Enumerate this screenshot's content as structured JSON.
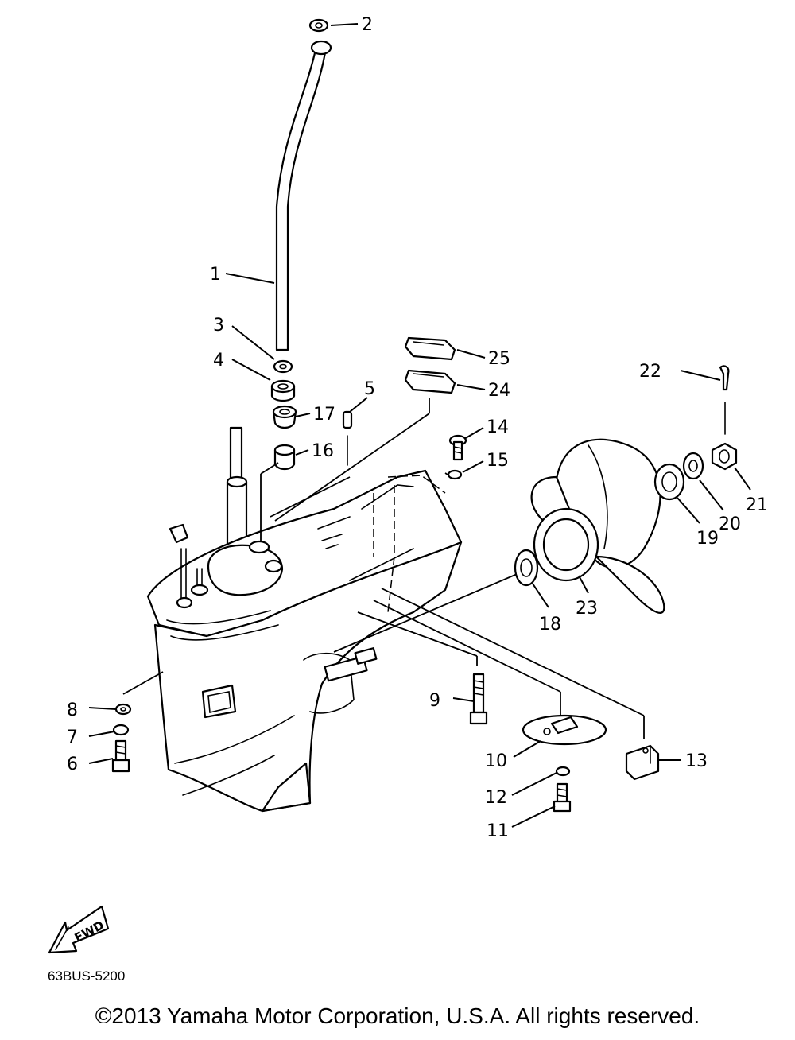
{
  "diagram": {
    "code": "63BUS-5200",
    "copyright": "©2013 Yamaha Motor Corporation, U.S.A. All rights reserved.",
    "direction_arrow": {
      "text": "FWD"
    },
    "callouts": [
      {
        "id": "1",
        "text": "1"
      },
      {
        "id": "2",
        "text": "2"
      },
      {
        "id": "3",
        "text": "3"
      },
      {
        "id": "4",
        "text": "4"
      },
      {
        "id": "5",
        "text": "5"
      },
      {
        "id": "6",
        "text": "6"
      },
      {
        "id": "7",
        "text": "7"
      },
      {
        "id": "8",
        "text": "8"
      },
      {
        "id": "9",
        "text": "9"
      },
      {
        "id": "10",
        "text": "10"
      },
      {
        "id": "11",
        "text": "11"
      },
      {
        "id": "12",
        "text": "12"
      },
      {
        "id": "13",
        "text": "13"
      },
      {
        "id": "14",
        "text": "14"
      },
      {
        "id": "15",
        "text": "15"
      },
      {
        "id": "16",
        "text": "16"
      },
      {
        "id": "17",
        "text": "17"
      },
      {
        "id": "18",
        "text": "18"
      },
      {
        "id": "19",
        "text": "19"
      },
      {
        "id": "20",
        "text": "20"
      },
      {
        "id": "21",
        "text": "21"
      },
      {
        "id": "22",
        "text": "22"
      },
      {
        "id": "23",
        "text": "23"
      },
      {
        "id": "24",
        "text": "24"
      },
      {
        "id": "25",
        "text": "25"
      }
    ]
  }
}
